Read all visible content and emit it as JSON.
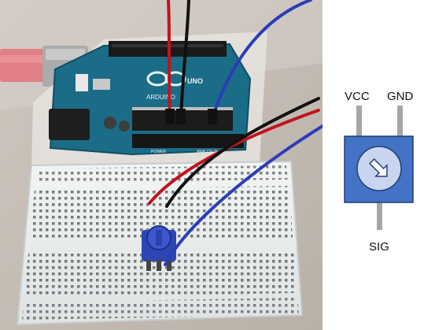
{
  "board": {
    "logo_text": "ARDUINO",
    "model_text": "UNO",
    "power_label": "POWER",
    "analog_label": "ANALOG IN"
  },
  "diagram": {
    "vcc_label": "VCC",
    "gnd_label": "GND",
    "sig_label": "SIG"
  },
  "colors": {
    "module_blue": "#4472c4",
    "knob_fill": "#c9d4ee",
    "wire_red": "#c0141e",
    "wire_black": "#111111",
    "wire_blue": "#2a3db8",
    "pcb_teal": "#1b6c86"
  }
}
